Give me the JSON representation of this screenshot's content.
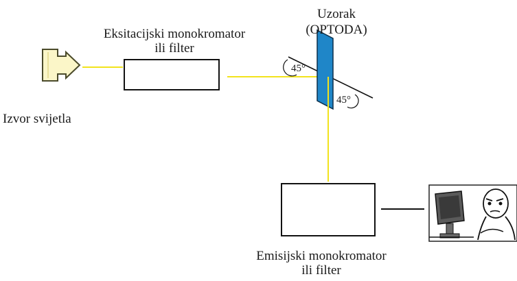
{
  "labels": {
    "light_source": "Izvor svijetla",
    "excitation_line1": "Eksitacijski monokromator",
    "excitation_line2": "ili filter",
    "sample_line1": "Uzorak",
    "sample_line2": "(OPTODA)",
    "emission_line1": "Emisijski monokromator",
    "emission_line2": "ili filter",
    "angle_top": "45°",
    "angle_bottom": "45°"
  },
  "colors": {
    "beam": "#f2e31c",
    "source_fill": "#fbf6c8",
    "source_stroke": "#4a4a2a",
    "sample_fill": "#1f86c8",
    "box_stroke": "#111111",
    "monitor_bg": "#5a5a5a"
  },
  "icons": {
    "source": "flashlight-source-icon",
    "viewer": "person-at-computer-icon"
  }
}
